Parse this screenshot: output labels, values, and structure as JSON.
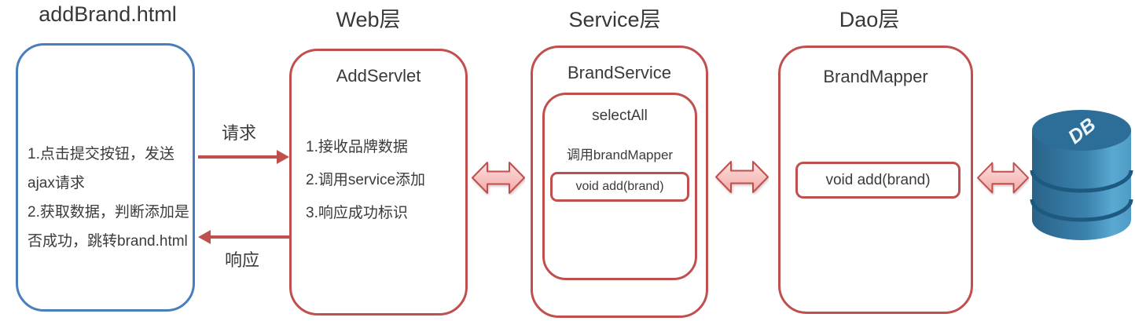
{
  "titles": {
    "page": "addBrand.html",
    "web": "Web层",
    "service": "Service层",
    "dao": "Dao层"
  },
  "page_box": {
    "lines": [
      "1.点击提交按钮，发送",
      "ajax请求",
      "2.获取数据，判断添加是",
      "否成功，跳转brand.html"
    ]
  },
  "labels": {
    "request": "请求",
    "response": "响应"
  },
  "web_box": {
    "heading": "AddServlet",
    "items": [
      "1.接收品牌数据",
      "2.调用service添加",
      "3.响应成功标识"
    ]
  },
  "service_box": {
    "heading": "BrandService",
    "select_all": {
      "heading": "selectAll",
      "call": "调用brandMapper",
      "method": "void add(brand)"
    }
  },
  "dao_box": {
    "heading": "BrandMapper",
    "method": "void add(brand)"
  },
  "db": {
    "label": "DB"
  },
  "colors": {
    "blue_border": "#4a7ebb",
    "red": "#c0504d",
    "arrow_fill_top": "#fcdfde",
    "arrow_fill_bottom": "#f2a9a7",
    "db_top": "#2d6e98",
    "db_body_dark": "#2a6288",
    "db_body_light": "#5aa9d2"
  }
}
